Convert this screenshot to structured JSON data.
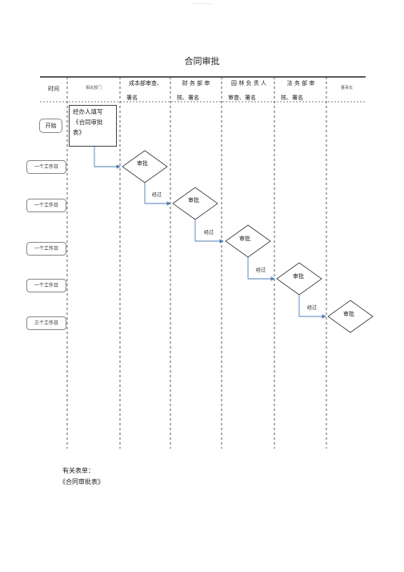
{
  "header": {
    "text": "…………"
  },
  "title": "合同审批",
  "columns": [
    {
      "key": "time",
      "lines": [
        "时间"
      ]
    },
    {
      "key": "dept",
      "lines": [
        "相关部门"
      ]
    },
    {
      "key": "cost",
      "lines": [
        "成本部审查、",
        "署名"
      ]
    },
    {
      "key": "finance",
      "lines": [
        "财 务 部 审",
        "核、署名"
      ]
    },
    {
      "key": "garden",
      "lines": [
        "园 林 负 责 人",
        "审查、署名"
      ]
    },
    {
      "key": "legal",
      "lines": [
        "法 务 部 审",
        "核、署名"
      ]
    },
    {
      "key": "chair",
      "lines": [
        "董事长"
      ]
    }
  ],
  "start": "开始",
  "process": {
    "lines": [
      "经办人填写",
      "《合同审批",
      "表》"
    ]
  },
  "time_labels": [
    "一个工作日",
    "一个工作日",
    "一个工作日",
    "一个工作日",
    "三个工作日"
  ],
  "decisions": [
    "审批",
    "审批",
    "审批",
    "审批",
    "审批"
  ],
  "edge_label": "经过",
  "notes": {
    "heading": "有关表单：",
    "item": "《合同审批表》"
  },
  "colors": {
    "arrow": "#4f7fb8",
    "line": "#333333"
  }
}
